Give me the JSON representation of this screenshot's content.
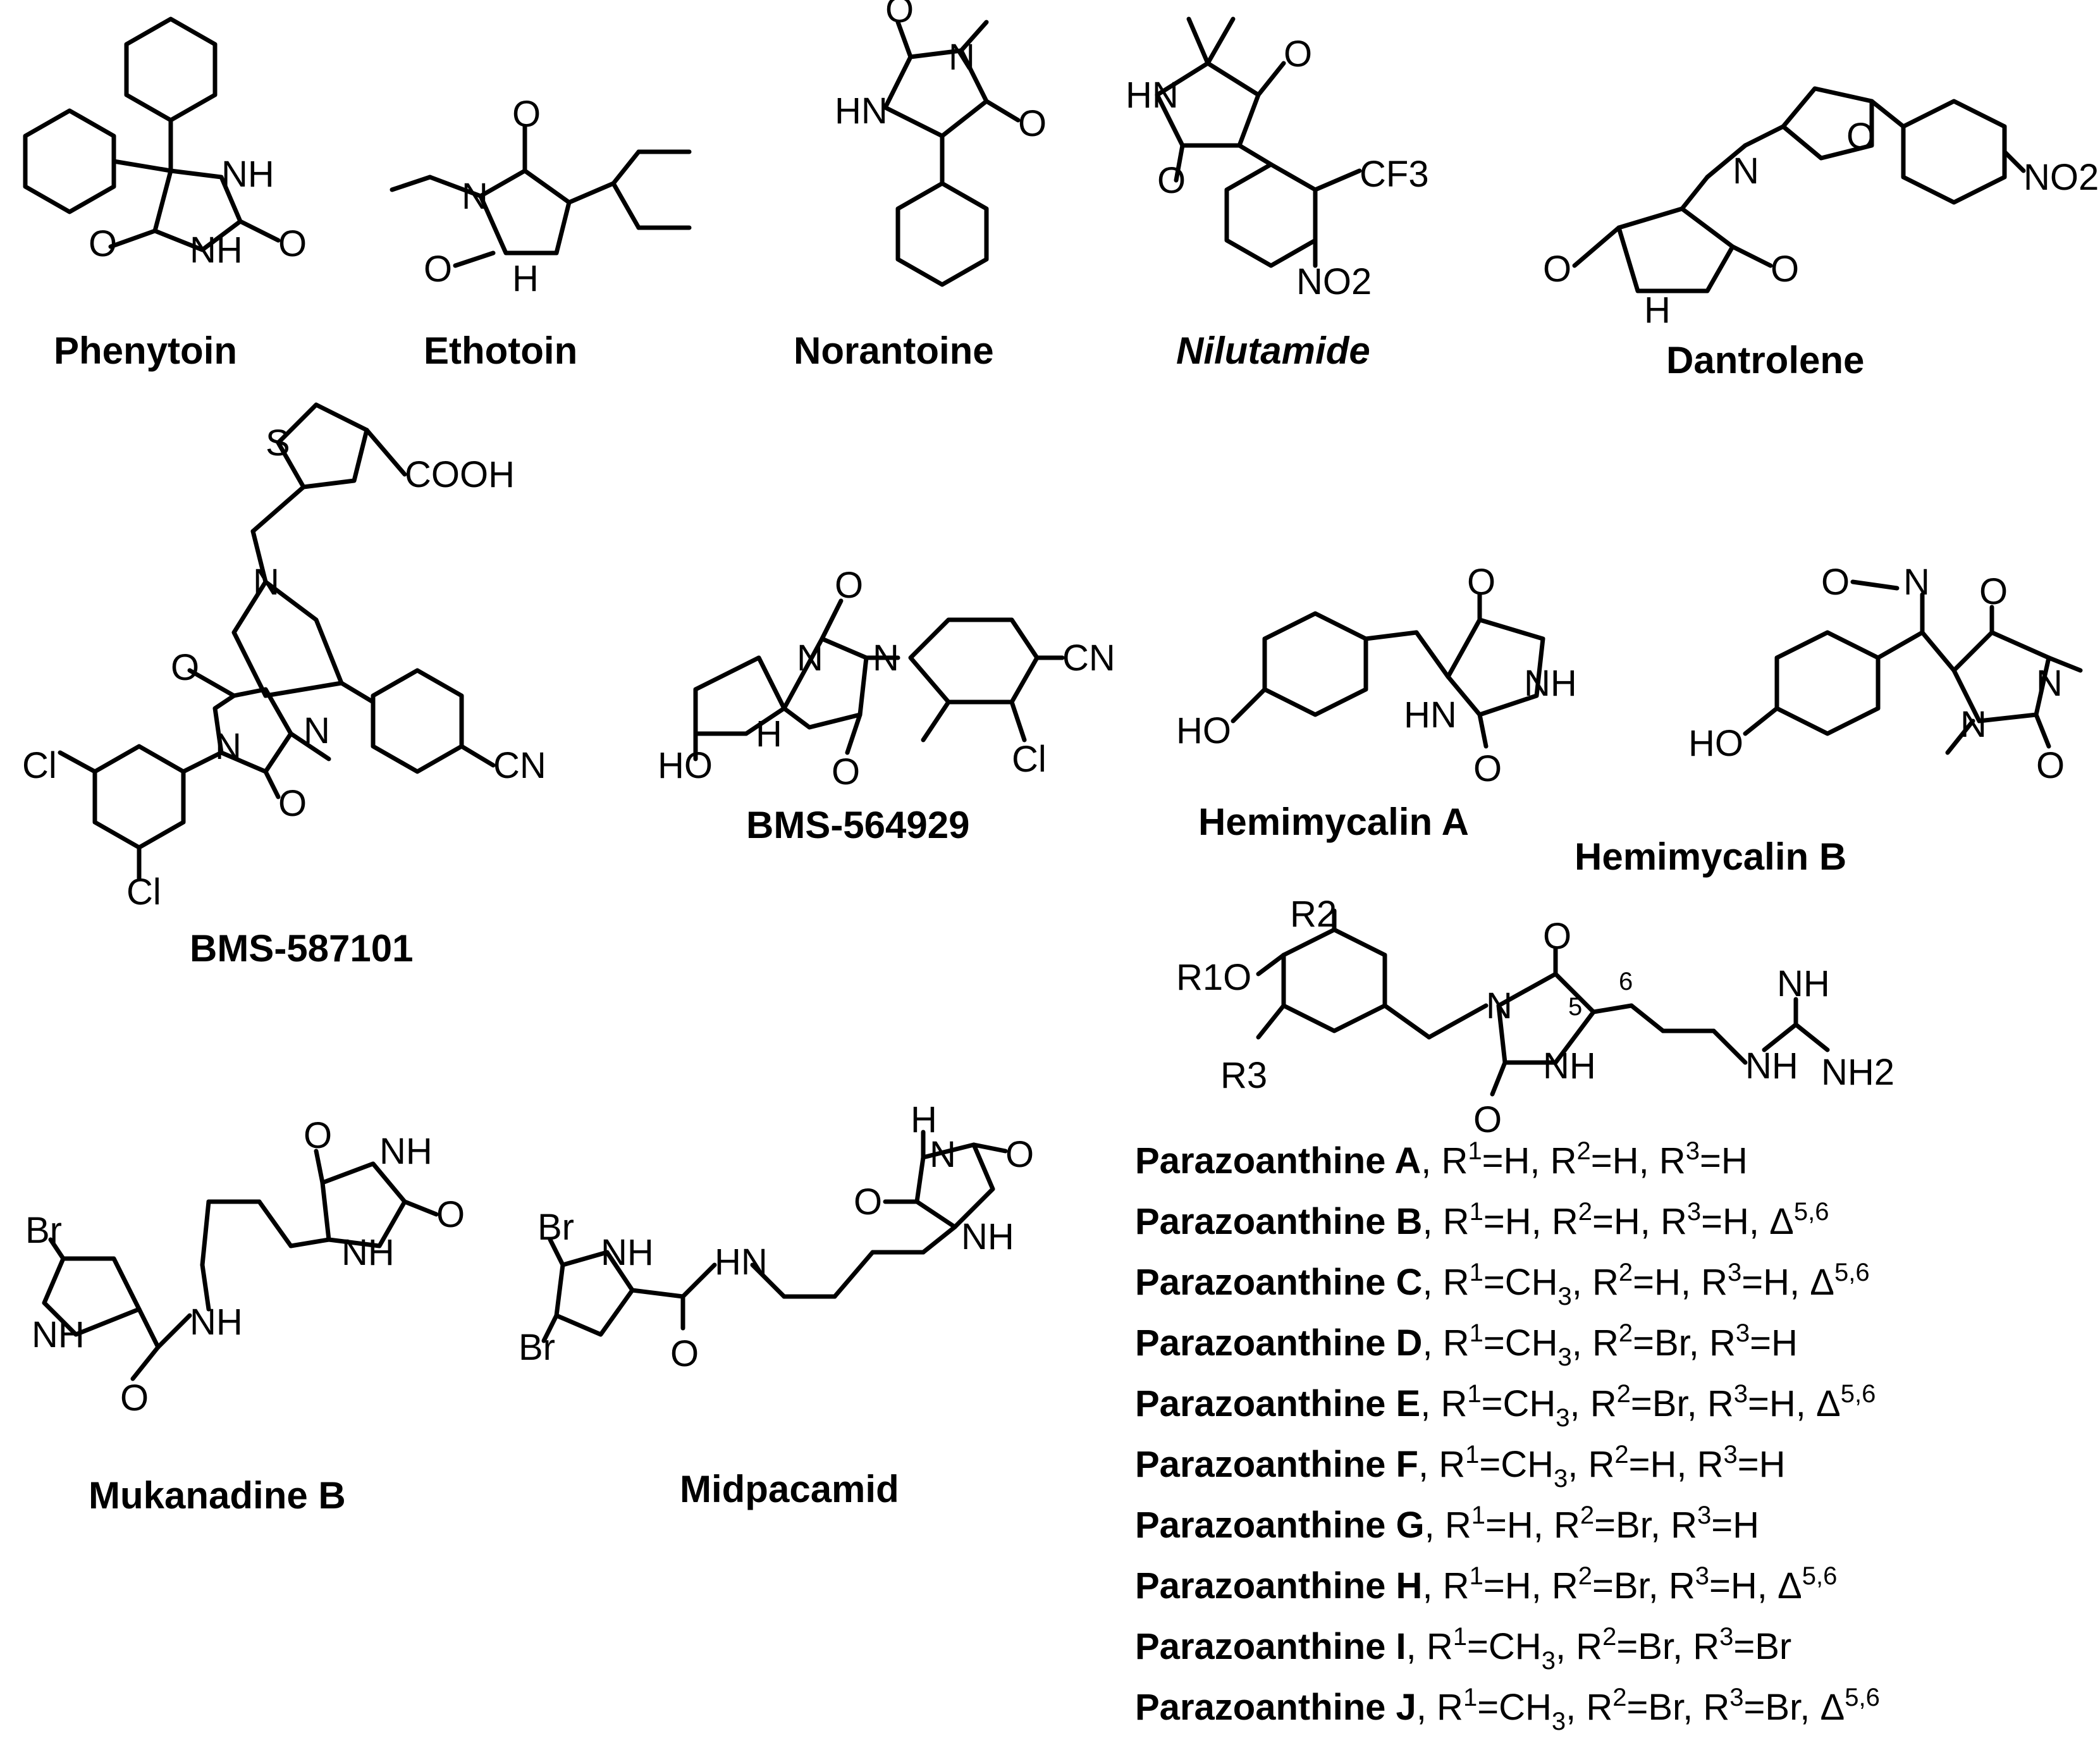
{
  "compounds": {
    "phenytoin": "Phenytoin",
    "ethotoin": "Ethotoin",
    "norantoine": "Norantoine",
    "nilutamide": "Nilutamide",
    "dantrolene": "Dantrolene",
    "bms587101": "BMS-587101",
    "bms564929": "BMS-564929",
    "hemimycalin_a": "Hemimycalin A",
    "hemimycalin_b": "Hemimycalin B",
    "mukanadine_b": "Mukanadine B",
    "midpacamid": "Midpacamid"
  },
  "atoms": {
    "NH": "NH",
    "N": "N",
    "O": "O",
    "H": "H",
    "HN": "HN",
    "HO": "HO",
    "CF3": "CF3",
    "NO2": "NO2",
    "COOH": "COOH",
    "CN": "CN",
    "Cl": "Cl",
    "S": "S",
    "Br": "Br",
    "NH2": "NH2",
    "R1O": "R1O",
    "R2": "R2",
    "R3": "R3",
    "pos5": "5",
    "pos6": "6"
  },
  "parazoanthines": [
    {
      "name": "Parazoanthine A",
      "r1": "H",
      "r2": "H",
      "r3": "H",
      "delta": false
    },
    {
      "name": "Parazoanthine B",
      "r1": "H",
      "r2": "H",
      "r3": "H",
      "delta": true
    },
    {
      "name": "Parazoanthine C",
      "r1": "CH3",
      "r2": "H",
      "r3": "H",
      "delta": true
    },
    {
      "name": "Parazoanthine D",
      "r1": "CH3",
      "r2": "Br",
      "r3": "H",
      "delta": false
    },
    {
      "name": "Parazoanthine E",
      "r1": "CH3",
      "r2": "Br",
      "r3": "H",
      "delta": true
    },
    {
      "name": "Parazoanthine F",
      "r1": "CH3",
      "r2": "H",
      "r3": "H",
      "delta": false
    },
    {
      "name": "Parazoanthine G",
      "r1": "H",
      "r2": "Br",
      "r3": "H",
      "delta": false
    },
    {
      "name": "Parazoanthine H",
      "r1": "H",
      "r2": "Br",
      "r3": "H",
      "delta": true
    },
    {
      "name": "Parazoanthine I",
      "r1": "CH3",
      "r2": "Br",
      "r3": "Br",
      "delta": false
    },
    {
      "name": "Parazoanthine J",
      "r1": "CH3",
      "r2": "Br",
      "r3": "Br",
      "delta": true
    }
  ]
}
